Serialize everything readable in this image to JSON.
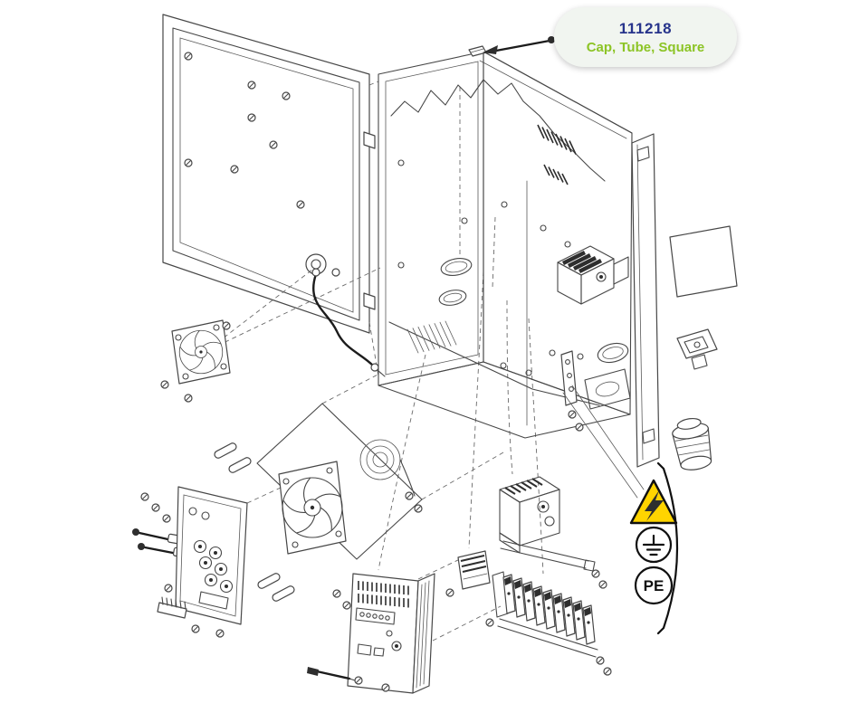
{
  "figure": {
    "background": "#ffffff",
    "line_color": "#474747"
  },
  "callout": {
    "part_number": "111218",
    "part_name": "Cap, Tube, Square",
    "number_color": "#27348b",
    "name_color": "#8cc425",
    "bubble_color": "#f1f5f0"
  },
  "safety_symbols": {
    "pe_label": "PE",
    "warning_triangle_color": "#ffd400"
  },
  "parts": [
    "tube-cap",
    "door-panel",
    "enclosure-box",
    "side-rail",
    "label-sheet",
    "latch",
    "cable-gland",
    "cooling-fan-small",
    "mounting-plate-fan-assembly",
    "inductor-coil",
    "control-board",
    "cable-lugs",
    "power-supply-unit",
    "relay-module",
    "contactor",
    "terminal-block-row",
    "din-rail-stud",
    "high-voltage-warning-icon",
    "earth-ground-icon",
    "protective-earth-icon"
  ]
}
